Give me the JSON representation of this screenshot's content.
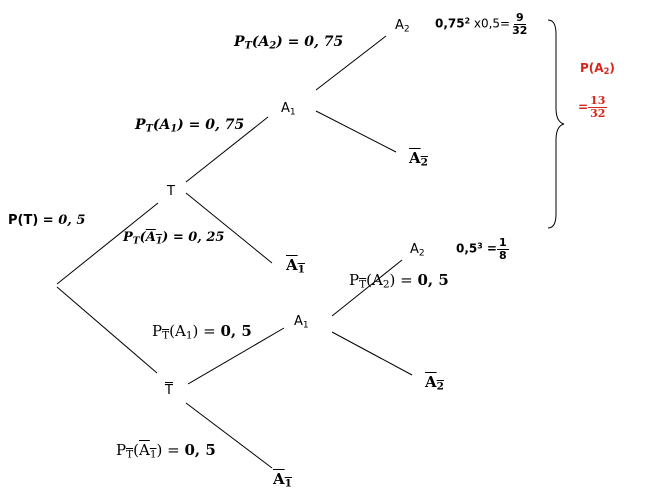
{
  "tree": {
    "root_prob": {
      "pre": "P(T) = ",
      "val": "0, 5"
    },
    "first": {
      "T": "T",
      "T_bar": "T",
      "prob_T_A1": {
        "P": "P",
        "sub": "T",
        "arg": "A",
        "argsub": "1",
        "val": "= 0, 75"
      },
      "prob_T_A1bar": {
        "P": "P",
        "sub": "T",
        "arg": "A",
        "argsub": "1",
        "val": "= 0, 25"
      },
      "prob_Tbar_A1": {
        "P": "P",
        "sub": "T",
        "arg": "A",
        "argsub": "1",
        "val": "0, 5"
      },
      "prob_Tbar_A1bar": {
        "P": "P",
        "sub": "T",
        "arg": "A",
        "argsub": "1",
        "val": "0, 5"
      }
    },
    "second": {
      "A1_upper": {
        "label": "A",
        "sub": "1"
      },
      "A1bar_upper": {
        "label": "A",
        "sub": "1"
      },
      "A1_lower": {
        "label": "A",
        "sub": "1"
      },
      "A1bar_lower": {
        "label": "A",
        "sub": "1"
      },
      "prob_T_A2": {
        "P": "P",
        "sub": "T",
        "arg": "A",
        "argsub": "2",
        "val": "= 0, 75"
      },
      "prob_Tbar_A2": {
        "P": "P",
        "sub": "T",
        "arg": "A",
        "argsub": "2",
        "val": "0, 5"
      }
    },
    "third": {
      "A2_upper": {
        "label": "A",
        "sub": "2"
      },
      "A2bar_upper": {
        "label": "A",
        "sub": "2"
      },
      "A2_lower": {
        "label": "A",
        "sub": "2"
      },
      "A2bar_lower": {
        "label": "A",
        "sub": "2"
      }
    }
  },
  "results": {
    "upper": {
      "base": "0,75",
      "exp": "2",
      "mid": " x0,5=",
      "num": "9",
      "den": "32"
    },
    "lower": {
      "base": "0,5",
      "exp": "3",
      "mid": " =",
      "num": "1",
      "den": "8"
    },
    "total": {
      "label": "P(A",
      "sub": "2",
      "close": ")",
      "eq": "=",
      "num": "13",
      "den": "32"
    }
  },
  "colors": {
    "line": "#000000",
    "result": "#d9261c"
  }
}
